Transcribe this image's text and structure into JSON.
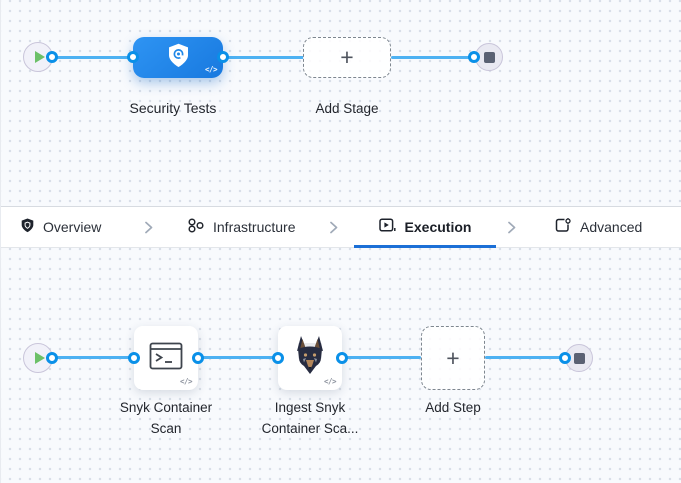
{
  "stage_pipeline": {
    "stage_name": "Security Tests",
    "add_stage_label": "Add Stage"
  },
  "tab_bar": {
    "tabs": [
      {
        "label": "Overview",
        "icon": "shield-icon",
        "active": false
      },
      {
        "label": "Infrastructure",
        "icon": "cluster-icon",
        "active": false
      },
      {
        "label": "Execution",
        "icon": "play-box-icon",
        "active": true
      },
      {
        "label": "Advanced",
        "icon": "file-gear-icon",
        "active": false
      }
    ]
  },
  "step_pipeline": {
    "steps": [
      {
        "name": "Snyk Container Scan",
        "label_line1": "Snyk Container",
        "label_line2": "Scan",
        "icon": "terminal-icon"
      },
      {
        "name": "Ingest Snyk Container Scan",
        "label_line1": "Ingest Snyk",
        "label_line2": "Container Sca...",
        "icon": "snyk-dog-icon"
      }
    ],
    "add_step_label": "Add Step"
  },
  "glyphs": {
    "plus": "+",
    "code": "</>"
  },
  "colors": {
    "node_blue": "#1e87e8",
    "connector_blue": "#4db1f2",
    "port_ring_blue": "#0a90e8",
    "active_tab_underline": "#1b6fd6",
    "play_green": "#6cc068",
    "snyk_navy": "#272c41",
    "dashed_border_gray": "#7e8790"
  }
}
